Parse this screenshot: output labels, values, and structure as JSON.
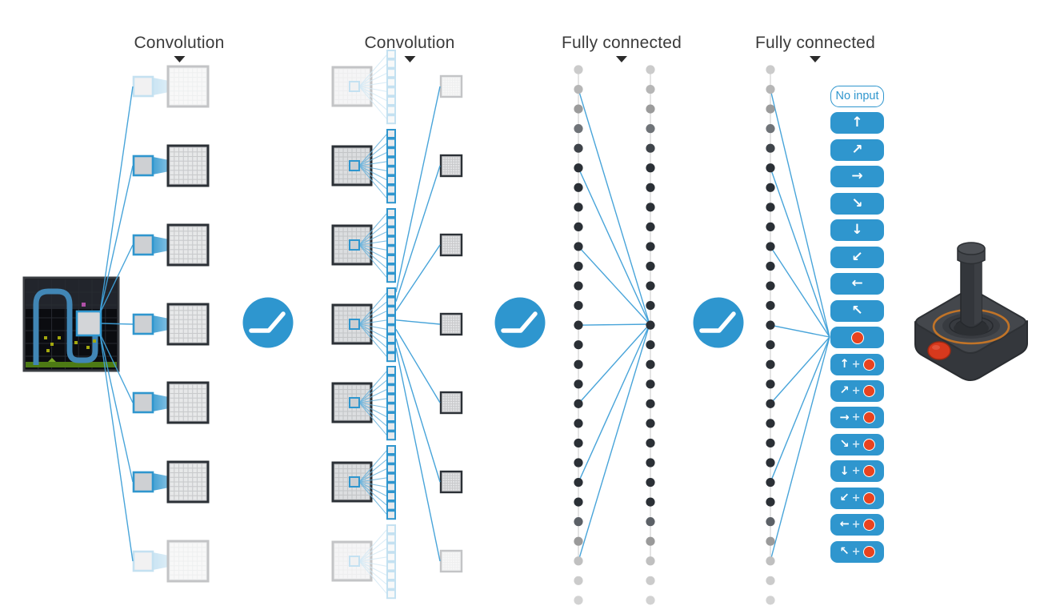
{
  "figure": {
    "stages": [
      {
        "label": "Convolution"
      },
      {
        "label": "Convolution"
      },
      {
        "label": "Fully connected"
      },
      {
        "label": "Fully connected"
      }
    ],
    "input": {
      "icon": "atari-game-screen-icon"
    },
    "activation": {
      "icon": "relu-icon"
    },
    "output": {
      "plus": "+",
      "actions": [
        {
          "name": "no-input",
          "label": "No input",
          "style": "outline"
        },
        {
          "name": "up",
          "glyph": "↑",
          "style": "solid"
        },
        {
          "name": "up-right",
          "glyph": "↗",
          "style": "solid"
        },
        {
          "name": "right",
          "glyph": "→",
          "style": "solid"
        },
        {
          "name": "down-right",
          "glyph": "↘",
          "style": "solid"
        },
        {
          "name": "down",
          "glyph": "↓",
          "style": "solid"
        },
        {
          "name": "down-left",
          "glyph": "↙",
          "style": "solid"
        },
        {
          "name": "left",
          "glyph": "←",
          "style": "solid"
        },
        {
          "name": "up-left",
          "glyph": "↖",
          "style": "solid"
        },
        {
          "name": "fire",
          "fire": true,
          "style": "solid"
        },
        {
          "name": "up-fire",
          "glyph": "↑",
          "fire": true,
          "style": "solid"
        },
        {
          "name": "up-right-fire",
          "glyph": "↗",
          "fire": true,
          "style": "solid"
        },
        {
          "name": "right-fire",
          "glyph": "→",
          "fire": true,
          "style": "solid"
        },
        {
          "name": "down-right-fire",
          "glyph": "↘",
          "fire": true,
          "style": "solid"
        },
        {
          "name": "down-fire",
          "glyph": "↓",
          "fire": true,
          "style": "solid"
        },
        {
          "name": "down-left-fire",
          "glyph": "↙",
          "fire": true,
          "style": "solid"
        },
        {
          "name": "left-fire",
          "glyph": "←",
          "fire": true,
          "style": "solid"
        },
        {
          "name": "up-left-fire",
          "glyph": "↖",
          "fire": true,
          "style": "solid"
        }
      ]
    },
    "joystick": {
      "icon": "atari-joystick-icon"
    },
    "colors": {
      "accent_blue": "#2F96CE",
      "line_blue": "#3FA0D8",
      "fire_red": "#E8431F",
      "dot_dark": "#2B3036",
      "joystick_orange": "#C17428"
    }
  }
}
